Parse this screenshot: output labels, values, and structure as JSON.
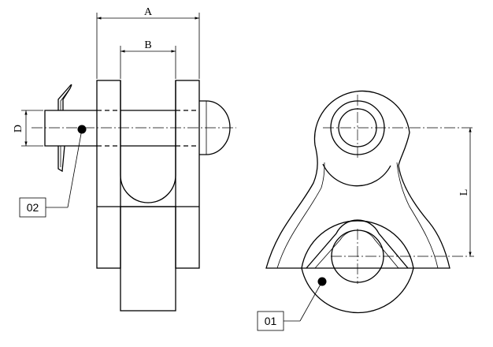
{
  "dimensions": {
    "a": "A",
    "b": "B",
    "d": "D",
    "l": "L"
  },
  "balloons": {
    "pin": "02",
    "body": "01"
  },
  "colors": {
    "line": "#000000",
    "background": "#ffffff"
  }
}
